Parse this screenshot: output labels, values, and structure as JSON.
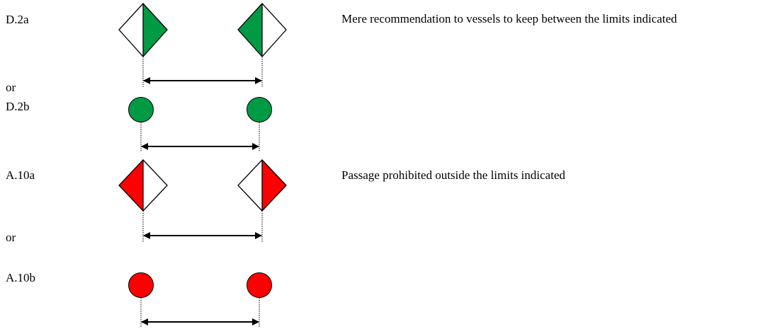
{
  "rows": [
    {
      "code": "D.2a",
      "sign": "diamond",
      "color": "#009a44",
      "description": "Mere recommendation to vessels to keep between the limits indicated"
    },
    {
      "connector": "or",
      "code": "D.2b",
      "sign": "circle",
      "color": "#009a44"
    },
    {
      "code": "A.10a",
      "sign": "diamond",
      "color": "#ff0000",
      "description": "Passage prohibited outside the limits indicated"
    },
    {
      "connector": "or",
      "code": "A.10b",
      "sign": "circle",
      "color": "#ff0000"
    }
  ],
  "colors": {
    "green": "#009a44",
    "red": "#ff0000",
    "outline": "#000000"
  }
}
